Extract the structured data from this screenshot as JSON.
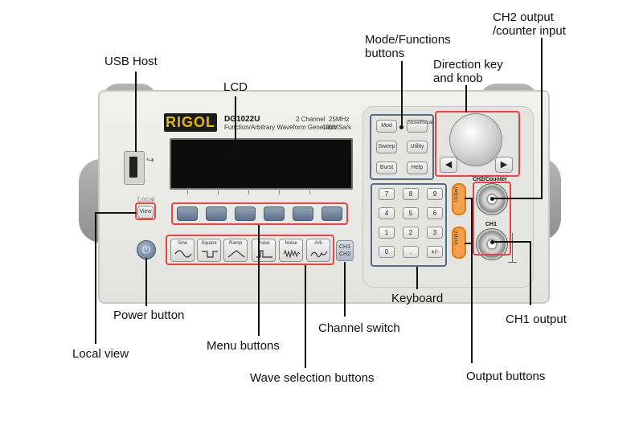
{
  "device": {
    "brand": "RIGOL",
    "model": "DG1022U",
    "description": "Function/Arbitrary Waveform Generator",
    "channels": "2 Channel",
    "bandwidth": "25MHz",
    "sample_rate": "100MSa/s",
    "local_label": "Local",
    "view_label": "View",
    "ch2_counter_label": "CH2/Counter",
    "ch1_label": "CH1"
  },
  "function_buttons": [
    "Mod",
    "Store/Recall",
    "Sweep",
    "Utility",
    "Burst",
    "Help"
  ],
  "wave_buttons": [
    "Sine",
    "Square",
    "Ramp",
    "Pulse",
    "Noise",
    "Arb"
  ],
  "channel_switch": [
    "CH1",
    "CH2"
  ],
  "keypad": [
    "7",
    "8",
    "9",
    "4",
    "5",
    "6",
    "1",
    "2",
    "3",
    "0",
    ".",
    "+/-"
  ],
  "output_label": "Output",
  "labels": {
    "usb_host": "USB Host",
    "lcd": "LCD",
    "mode_functions": "Mode/Functions\nbuttons",
    "direction_key": "Direction key\nand knob",
    "ch2_output": "CH2 output\n/counter input",
    "local_view": "Local view",
    "power_button": "Power button",
    "menu_buttons": "Menu buttons",
    "wave_selection": "Wave selection buttons",
    "channel_switch": "Channel switch",
    "keyboard": "Keyboard",
    "ch1_output": "CH1 output",
    "output_buttons": "Output buttons"
  },
  "colors": {
    "highlight": "#e84242",
    "output_button": "#f4a04d",
    "brand_text": "#e8b700"
  }
}
